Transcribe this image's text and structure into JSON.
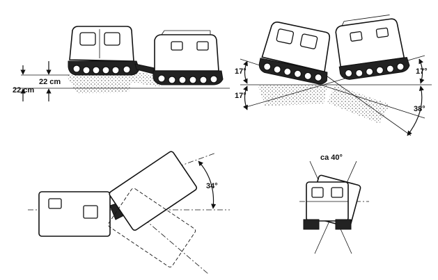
{
  "labels": {
    "ground_clearance_upper": "22 cm",
    "ground_clearance_lower": "22 cm",
    "pitch_angle_upper": "17°",
    "pitch_angle_lower": "17°",
    "pitch_angle_right": "17°",
    "total_pitch_angle": "38°",
    "yaw_angle": "34°",
    "roll_angle": "ca 40°"
  }
}
